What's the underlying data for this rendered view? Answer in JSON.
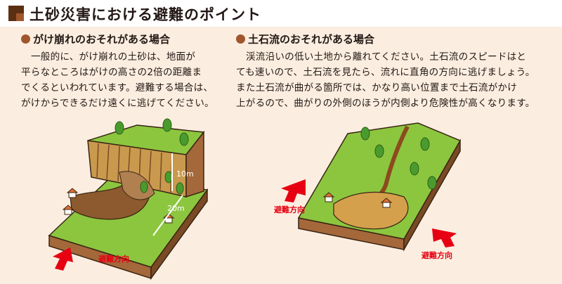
{
  "header": {
    "title": "土砂災害における避難のポイント"
  },
  "landslide": {
    "title": "がけ崩れのおそれがある場合",
    "lines": [
      "一般的に、がけ崩れの土砂は、地面が",
      "平らなところはがけの高さの2倍の距離ま",
      "でくるといわれています。避難する場合は、",
      "がけからできるだけ遠くに逃げてください。"
    ],
    "height_label": "10m",
    "distance_label": "20m",
    "evac_label": "避難方向"
  },
  "debris_flow": {
    "title": "土石流のおそれがある場合",
    "lines": [
      "渓流沿いの低い土地から離れてください。土石流のスピードはと",
      "ても速いので、土石流を見たら、流れに直角の方向に逃げましょう。",
      "また土石流が曲がる箇所では、かなり高い位置まで土石流がかけ",
      "上がるので、曲がりの外側のほうが内側より危険性が高くなります。"
    ],
    "evac_label_left": "避難方向",
    "evac_label_right": "避難方向"
  },
  "colors": {
    "accent": "#a0562c",
    "arrow": "#e60012",
    "grass": "#8cc63f",
    "soil": "#d4a04c"
  }
}
